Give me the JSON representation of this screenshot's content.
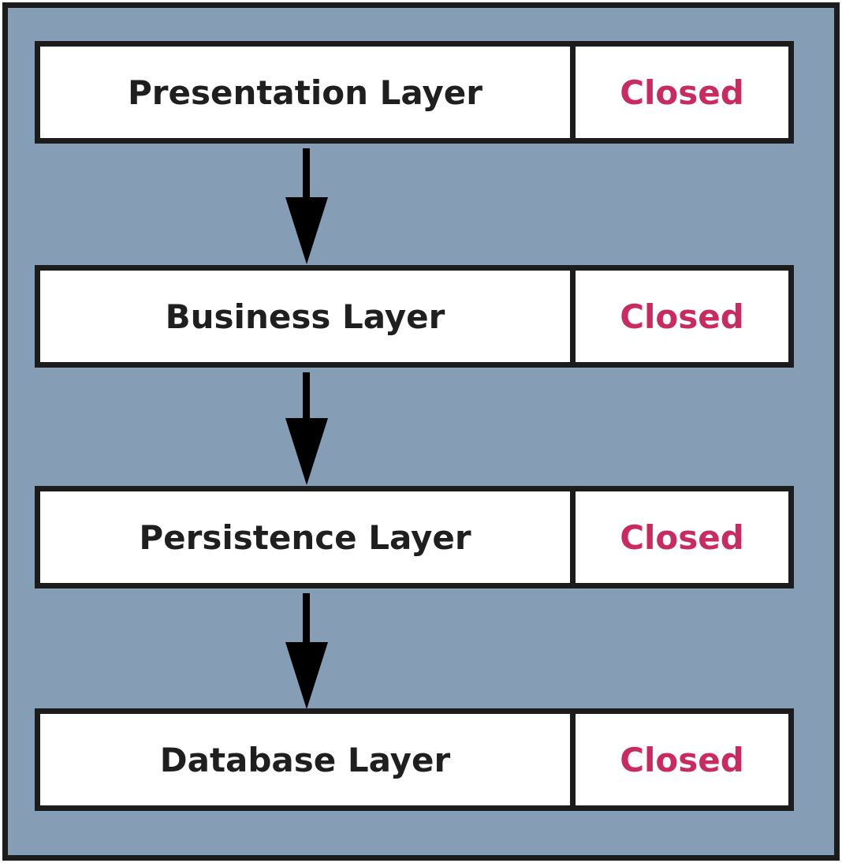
{
  "colors": {
    "background": "#869eb5",
    "border": "#1c1c1c",
    "box_fill": "#ffffff",
    "label_text": "#1f1f1f",
    "status_text": "#c92a5f"
  },
  "layers": [
    {
      "name": "Presentation Layer",
      "status": "Closed"
    },
    {
      "name": "Business Layer",
      "status": "Closed"
    },
    {
      "name": "Persistence Layer",
      "status": "Closed"
    },
    {
      "name": "Database Layer",
      "status": "Closed"
    }
  ]
}
